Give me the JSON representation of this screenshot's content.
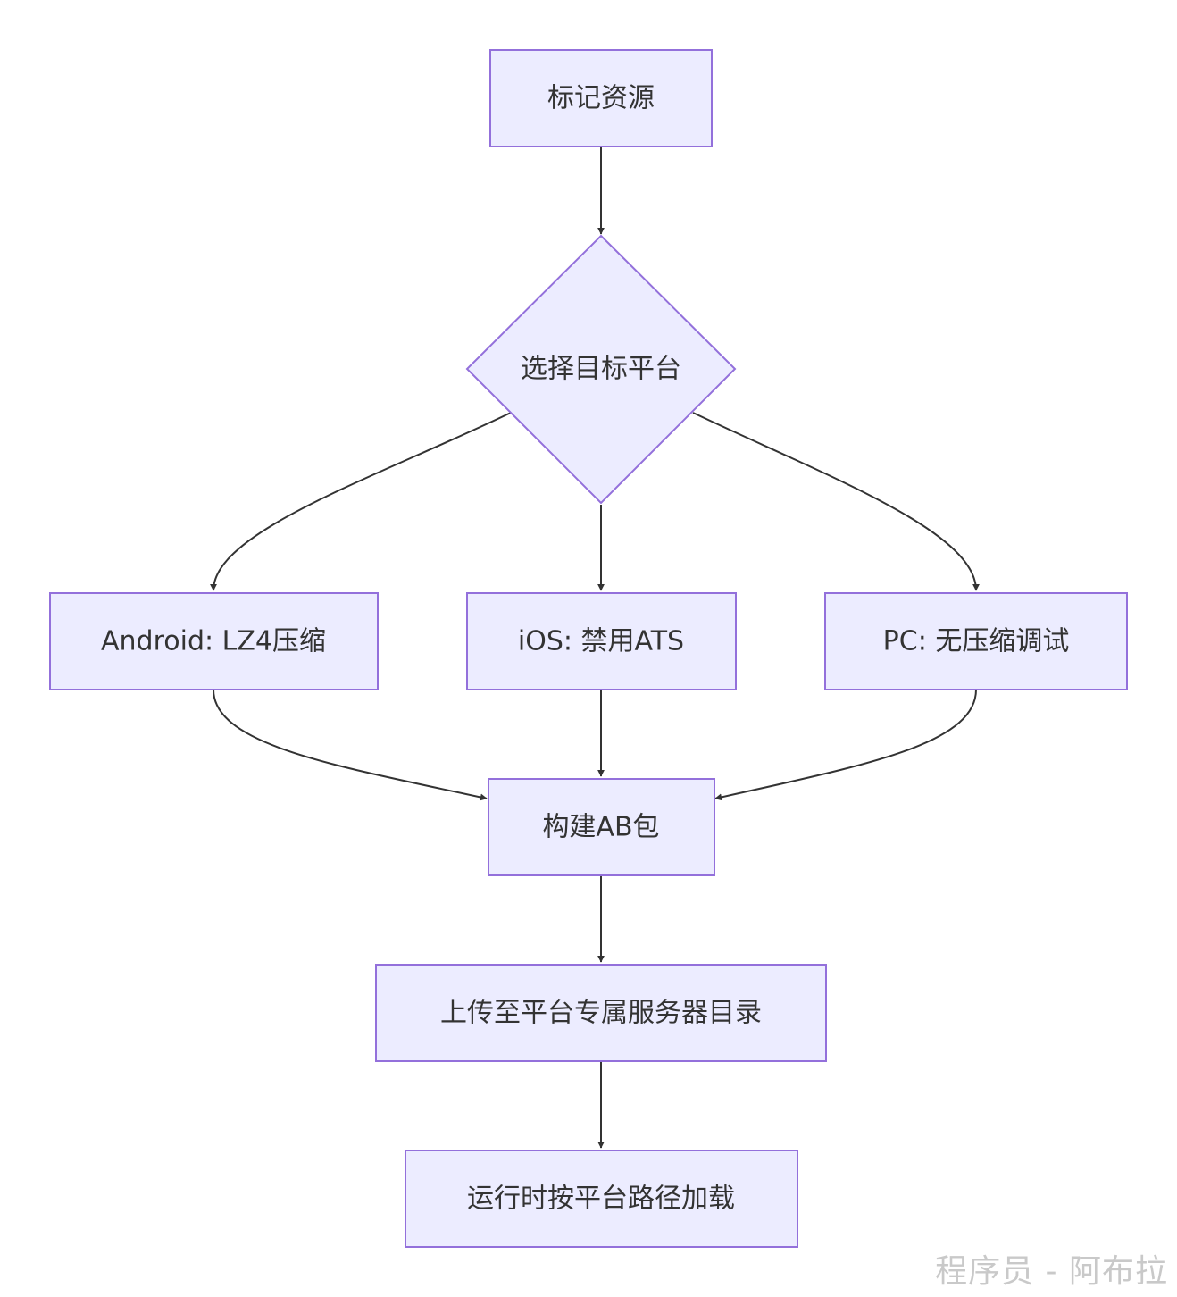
{
  "diagram": {
    "type": "flowchart",
    "nodes": {
      "mark_assets": "标记资源",
      "choose_platform": "选择目标平台",
      "android": "Android: LZ4压缩",
      "ios": "iOS: 禁用ATS",
      "pc": "PC: 无压缩调试",
      "build_ab": "构建AB包",
      "upload": "上传至平台专属服务器目录",
      "runtime_load": "运行时按平台路径加载"
    },
    "edges": [
      [
        "mark_assets",
        "choose_platform"
      ],
      [
        "choose_platform",
        "android"
      ],
      [
        "choose_platform",
        "ios"
      ],
      [
        "choose_platform",
        "pc"
      ],
      [
        "android",
        "build_ab"
      ],
      [
        "ios",
        "build_ab"
      ],
      [
        "pc",
        "build_ab"
      ],
      [
        "build_ab",
        "upload"
      ],
      [
        "upload",
        "runtime_load"
      ]
    ],
    "colors": {
      "node_fill": "#ECECFF",
      "node_stroke": "#9370DB",
      "edge": "#333333",
      "text": "#333333"
    }
  },
  "watermark": "程序员 - 阿布拉"
}
